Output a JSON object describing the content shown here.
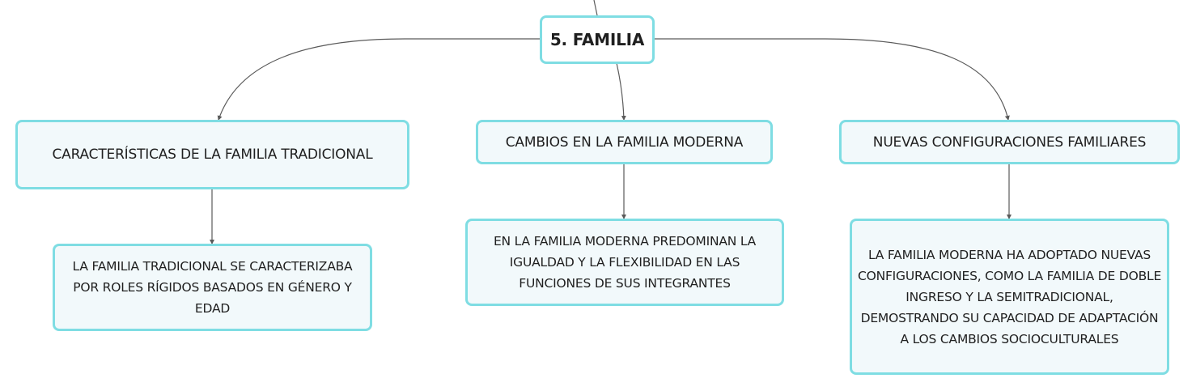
{
  "root": {
    "label": "5. FAMILIA"
  },
  "branches": [
    {
      "title": "CARACTERÍSTICAS DE LA FAMILIA TRADICIONAL",
      "detail": "LA FAMILIA TRADICIONAL SE CARACTERIZABA POR ROLES RÍGIDOS BASADOS EN GÉNERO Y EDAD"
    },
    {
      "title": "CAMBIOS EN LA FAMILIA MODERNA",
      "detail": "EN LA FAMILIA MODERNA PREDOMINAN LA IGUALDAD Y LA FLEXIBILIDAD EN LAS FUNCIONES DE SUS INTEGRANTES"
    },
    {
      "title": "NUEVAS CONFIGURACIONES FAMILIARES",
      "detail": "LA FAMILIA MODERNA HA ADOPTADO NUEVAS CONFIGURACIONES, COMO LA FAMILIA DE DOBLE INGRESO Y LA SEMITRADICIONAL, DEMOSTRANDO SU CAPACIDAD DE ADAPTACIÓN A LOS CAMBIOS SOCIOCULTURALES"
    }
  ],
  "colors": {
    "node_border": "#7fdde3",
    "node_fill": "#f2f9fb",
    "connector": "#5a5a5a"
  }
}
